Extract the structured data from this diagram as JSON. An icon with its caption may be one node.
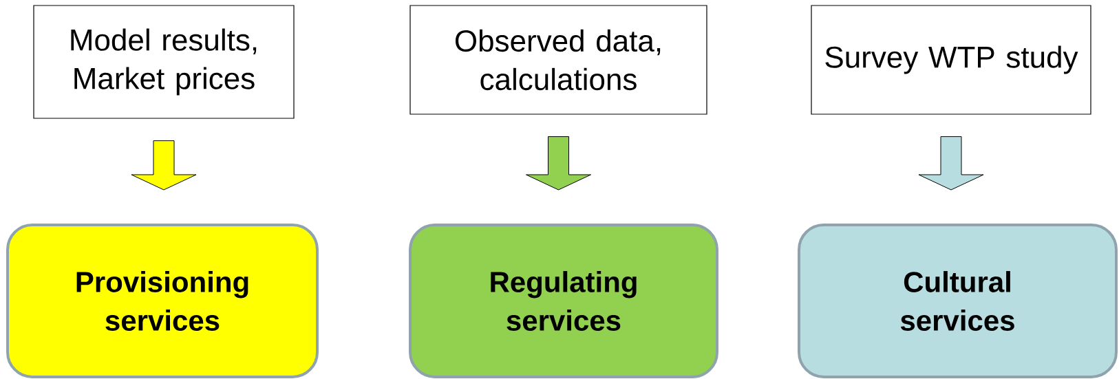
{
  "diagram": {
    "nodes": [
      {
        "text": [
          "Model results, Market prices"
        ]
      },
      {
        "text": [
          "Observed data, calculations"
        ]
      },
      {
        "text": [
          "Survey WTP study"
        ]
      },
      {
        "text": [
          "Provisioning services"
        ]
      },
      {
        "text": [
          "Regulating services"
        ]
      },
      {
        "text": [
          "Cultural services"
        ]
      }
    ],
    "edges": [
      {
        "from": 0,
        "to": 3,
        "arrow": "to",
        "color": "#ffff00"
      },
      {
        "from": 1,
        "to": 4,
        "arrow": "to",
        "color": "#92d050"
      },
      {
        "from": 2,
        "to": 5,
        "arrow": "to",
        "color": "#b7dde1"
      }
    ]
  }
}
